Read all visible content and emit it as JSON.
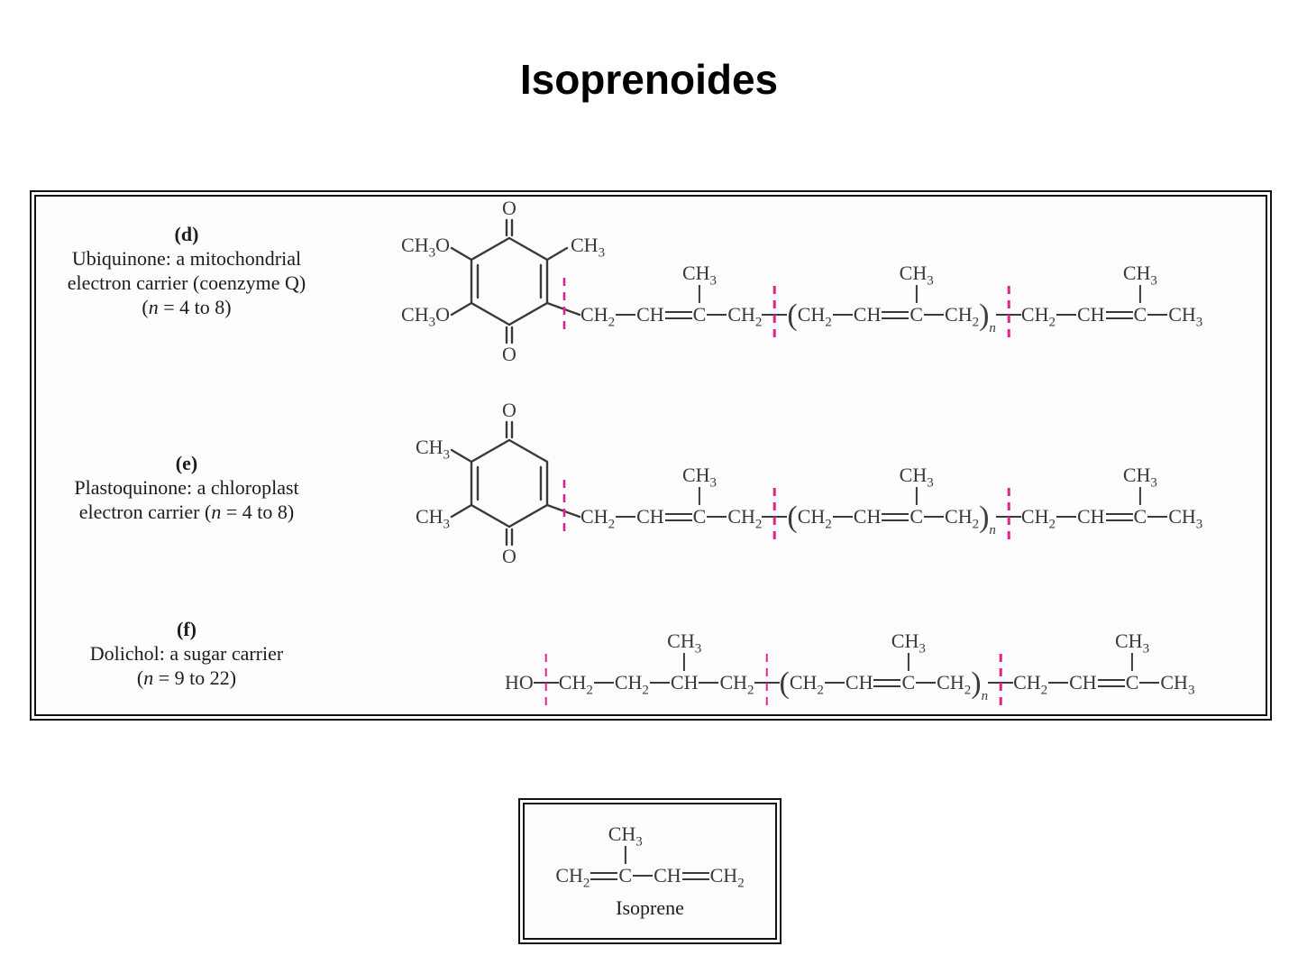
{
  "title": "Isoprenoides",
  "colors": {
    "ink": "#3a3a3a",
    "pink": "#e0218a",
    "border": "#111111"
  },
  "sections": {
    "d": {
      "head": "(d)",
      "line1": "Ubiquinone: a mitochondrial",
      "line2": "electron carrier (coenzyme Q)",
      "n_pre": "(",
      "n_it": "n",
      "n_post": " = 4 to 8)"
    },
    "e": {
      "head": "(e)",
      "line1": "Plastoquinone: a chloroplast",
      "n_pre": "electron carrier (",
      "n_it": "n",
      "n_post": " = 4 to 8)"
    },
    "f": {
      "head": "(f)",
      "line1": "Dolichol: a sugar carrier",
      "n_pre": "(",
      "n_it": "n",
      "n_post": " = 9 to 22)"
    }
  },
  "rings": {
    "ubiquinone": {
      "top_o": [
        {
          "t": "f",
          "v": "O"
        }
      ],
      "bottom_o": [
        {
          "t": "f",
          "v": "O"
        }
      ],
      "upper_left": [
        {
          "t": "f",
          "v": "CH",
          "s": "3"
        },
        {
          "t": "f",
          "v": "O"
        }
      ],
      "lower_left": [
        {
          "t": "f",
          "v": "CH",
          "s": "3"
        },
        {
          "t": "f",
          "v": "O"
        }
      ],
      "upper_right": [
        {
          "t": "f",
          "v": "CH",
          "s": "3"
        }
      ]
    },
    "plastoquinone": {
      "top_o": [
        {
          "t": "f",
          "v": "O"
        }
      ],
      "bottom_o": [
        {
          "t": "f",
          "v": "O"
        }
      ],
      "upper_left": [
        {
          "t": "f",
          "v": "CH",
          "s": "3"
        }
      ],
      "lower_left": [
        {
          "t": "f",
          "v": "CH",
          "s": "3"
        }
      ]
    }
  },
  "chains": {
    "ubiquinone": [
      {
        "t": "f",
        "v": "CH",
        "s": "2"
      },
      {
        "t": "-"
      },
      {
        "t": "f",
        "v": "CH"
      },
      {
        "t": "="
      },
      {
        "t": "b",
        "v": "C",
        "bv": "CH",
        "bs": "3"
      },
      {
        "t": "-"
      },
      {
        "t": "f",
        "v": "CH",
        "s": "2"
      },
      {
        "t": "sep"
      },
      {
        "t": "("
      },
      {
        "t": "f",
        "v": "CH",
        "s": "2"
      },
      {
        "t": "-"
      },
      {
        "t": "f",
        "v": "CH"
      },
      {
        "t": "="
      },
      {
        "t": "b",
        "v": "C",
        "bv": "CH",
        "bs": "3"
      },
      {
        "t": "-"
      },
      {
        "t": "f",
        "v": "CH",
        "s": "2"
      },
      {
        "t": ")",
        "s": "n"
      },
      {
        "t": "sep"
      },
      {
        "t": "f",
        "v": "CH",
        "s": "2"
      },
      {
        "t": "-"
      },
      {
        "t": "f",
        "v": "CH"
      },
      {
        "t": "="
      },
      {
        "t": "b",
        "v": "C",
        "bv": "CH",
        "bs": "3"
      },
      {
        "t": "-"
      },
      {
        "t": "f",
        "v": "CH",
        "s": "3"
      }
    ],
    "plastoquinone": [
      {
        "t": "f",
        "v": "CH",
        "s": "2"
      },
      {
        "t": "-"
      },
      {
        "t": "f",
        "v": "CH"
      },
      {
        "t": "="
      },
      {
        "t": "b",
        "v": "C",
        "bv": "CH",
        "bs": "3"
      },
      {
        "t": "-"
      },
      {
        "t": "f",
        "v": "CH",
        "s": "2"
      },
      {
        "t": "sep"
      },
      {
        "t": "("
      },
      {
        "t": "f",
        "v": "CH",
        "s": "2"
      },
      {
        "t": "-"
      },
      {
        "t": "f",
        "v": "CH"
      },
      {
        "t": "="
      },
      {
        "t": "b",
        "v": "C",
        "bv": "CH",
        "bs": "3"
      },
      {
        "t": "-"
      },
      {
        "t": "f",
        "v": "CH",
        "s": "2"
      },
      {
        "t": ")",
        "s": "n"
      },
      {
        "t": "sep"
      },
      {
        "t": "f",
        "v": "CH",
        "s": "2"
      },
      {
        "t": "-"
      },
      {
        "t": "f",
        "v": "CH"
      },
      {
        "t": "="
      },
      {
        "t": "b",
        "v": "C",
        "bv": "CH",
        "bs": "3"
      },
      {
        "t": "-"
      },
      {
        "t": "f",
        "v": "CH",
        "s": "3"
      }
    ],
    "dolichol": [
      {
        "t": "f",
        "v": "HO"
      },
      {
        "t": "sep"
      },
      {
        "t": "f",
        "v": "CH",
        "s": "2"
      },
      {
        "t": "-"
      },
      {
        "t": "f",
        "v": "CH",
        "s": "2"
      },
      {
        "t": "-"
      },
      {
        "t": "b",
        "v": "CH",
        "bv": "CH",
        "bs": "3"
      },
      {
        "t": "-"
      },
      {
        "t": "f",
        "v": "CH",
        "s": "2"
      },
      {
        "t": "sep"
      },
      {
        "t": "("
      },
      {
        "t": "f",
        "v": "CH",
        "s": "2"
      },
      {
        "t": "-"
      },
      {
        "t": "f",
        "v": "CH"
      },
      {
        "t": "="
      },
      {
        "t": "b",
        "v": "C",
        "bv": "CH",
        "bs": "3"
      },
      {
        "t": "-"
      },
      {
        "t": "f",
        "v": "CH",
        "s": "2"
      },
      {
        "t": ")",
        "s": "n"
      },
      {
        "t": "sep"
      },
      {
        "t": "f",
        "v": "CH",
        "s": "2"
      },
      {
        "t": "-"
      },
      {
        "t": "f",
        "v": "CH"
      },
      {
        "t": "="
      },
      {
        "t": "b",
        "v": "C",
        "bv": "CH",
        "bs": "3"
      },
      {
        "t": "-"
      },
      {
        "t": "f",
        "v": "CH",
        "s": "3"
      }
    ],
    "isoprene": [
      {
        "t": "f",
        "v": "CH",
        "s": "2"
      },
      {
        "t": "="
      },
      {
        "t": "b",
        "v": "C",
        "bv": "CH",
        "bs": "3"
      },
      {
        "t": "-"
      },
      {
        "t": "f",
        "v": "CH"
      },
      {
        "t": "="
      },
      {
        "t": "f",
        "v": "CH",
        "s": "2"
      }
    ]
  },
  "isoprene_caption": "Isoprene"
}
